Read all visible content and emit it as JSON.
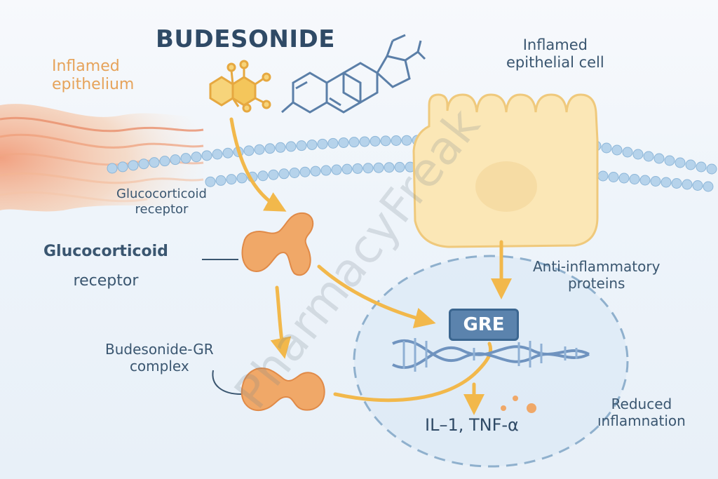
{
  "title": "BUDESONIDE",
  "labels": {
    "inflamed_epithelium": [
      "Inflamed",
      "epithelium"
    ],
    "inflamed_cell": [
      "Inflamed",
      "epithelial cell"
    ],
    "gr_small": [
      "Glucocorticoid",
      "receptor"
    ],
    "gr_big": [
      "Glucocorticoid",
      "receptor"
    ],
    "complex": [
      "Budesonide-GR",
      "complex"
    ],
    "anti": [
      "Anti-inflammatory",
      "proteins"
    ],
    "reduced": [
      "Reduced",
      "ınflamnation"
    ],
    "cytokines": "IL–1, TNF-α",
    "gre": "GRE"
  },
  "watermark": "PharmacyFreak",
  "colors": {
    "title": "#2f4a66",
    "orange_label": "#e6a35a",
    "arrow": "#f2b84b",
    "receptor": "#f0a868",
    "gre_fill": "#5b83ad",
    "membrane": "#a9c9e4",
    "cell": "#fbe7b6"
  }
}
